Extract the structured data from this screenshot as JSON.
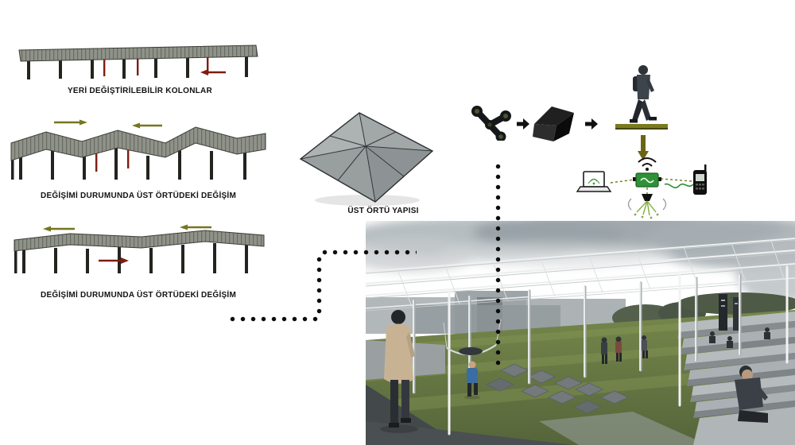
{
  "diagrams": [
    {
      "name": "relocatable-columns",
      "label": "YERİ DEĞİŞTİRİLEBİLİR KOLONLAR"
    },
    {
      "name": "roof-change-1",
      "label": "DEĞİŞİMİ DURUMUNDA ÜST ÖRTÜDEKİ DEĞİŞİM"
    },
    {
      "name": "roof-change-2",
      "label": "DEĞİŞİMİ DURUMUNDA ÜST ÖRTÜDEKİ DEĞİŞİM"
    }
  ],
  "module": {
    "label": "ÜST ÖRTÜ YAPISI"
  },
  "icons": {
    "node": "joint-connector-icon",
    "arrow": "arrow-right-icon",
    "plate": "folded-plate-icon",
    "person": "walking-person-icon",
    "down_arrow": "arrow-down-icon",
    "wifi": "wifi-signal-icon",
    "laptop": "laptop-icon",
    "control_box": "control-module-icon",
    "sprinkler": "sprinkler-icon",
    "phone": "mobile-phone-icon"
  },
  "colors": {
    "arrow_red": "#7e1d12",
    "arrow_olive": "#76761e",
    "structure_gray": "#8f9289",
    "column_black": "#23241f",
    "module_green": "#2f9235",
    "lawn_green": "#6f8045",
    "dot_black": "#0d0d0d"
  }
}
